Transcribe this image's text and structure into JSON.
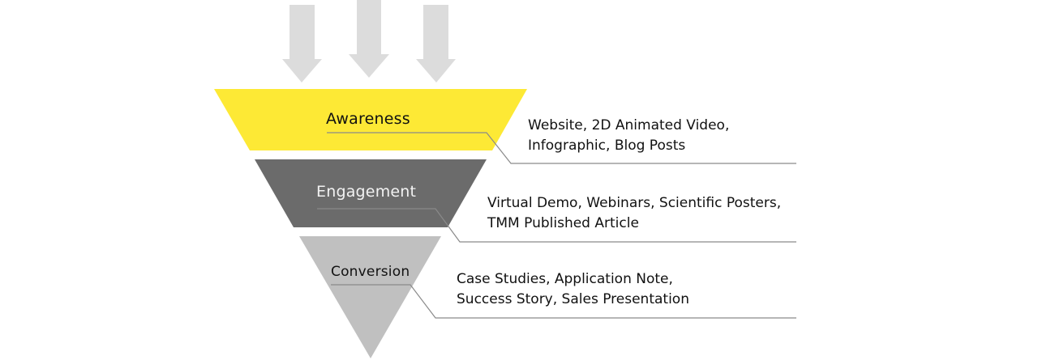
{
  "diagram": {
    "title": "Marketing Funnel",
    "colors": {
      "arrow": "#dcdcdc",
      "awareness": "#fde935",
      "engagement": "#6b6b6b",
      "conversion": "#c0c0c0",
      "leader_line": "#8a8a8a",
      "label_dark": "#111111",
      "label_light": "#f2f2f2"
    },
    "inflow_arrows": 3,
    "stages": [
      {
        "name": "Awareness",
        "items_lines": [
          "Website, 2D Animated Video,",
          "Infographic, Blog Posts"
        ]
      },
      {
        "name": "Engagement",
        "items_lines": [
          "Virtual Demo, Webinars, Scientific Posters,",
          "TMM Published Article"
        ]
      },
      {
        "name": "Conversion",
        "items_lines": [
          "Case Studies, Application Note,",
          "Success Story, Sales Presentation"
        ]
      }
    ]
  }
}
